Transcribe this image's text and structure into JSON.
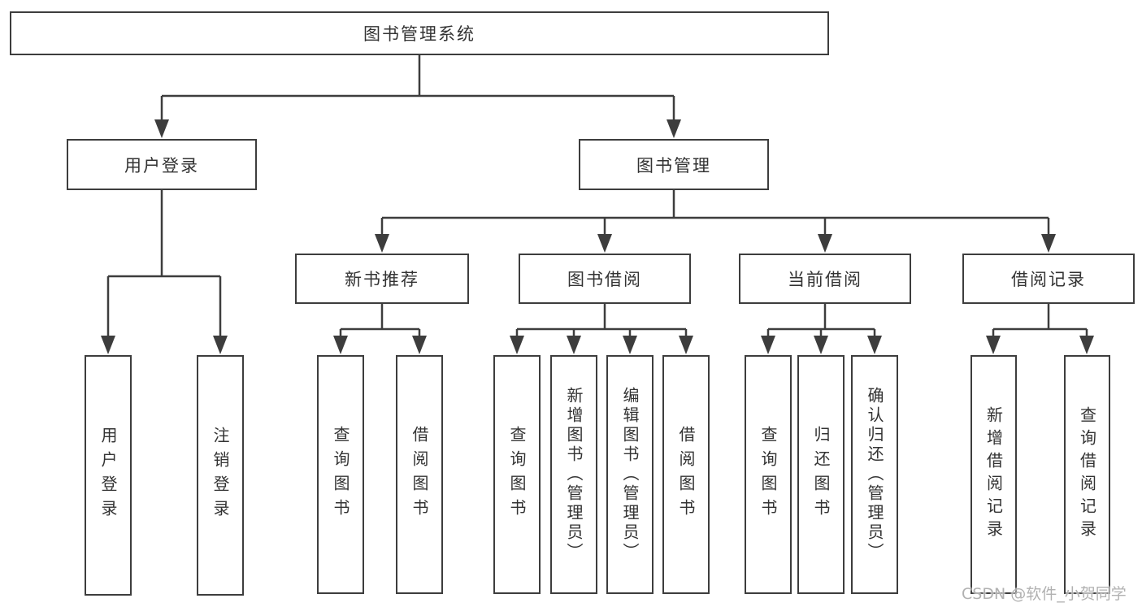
{
  "colors": {
    "line": "#3d3d3d",
    "text": "#333333",
    "background": "#ffffff",
    "watermark": "#a8a8a8"
  },
  "tree": {
    "root": {
      "label": "图书管理系统"
    },
    "level2": [
      {
        "label": "用户登录"
      },
      {
        "label": "图书管理"
      }
    ],
    "level3": [
      {
        "label": "新书推荐"
      },
      {
        "label": "图书借阅"
      },
      {
        "label": "当前借阅"
      },
      {
        "label": "借阅记录"
      }
    ],
    "groups": [
      {
        "parent": "用户登录",
        "items": [
          "用户登录",
          "注销登录"
        ]
      },
      {
        "parent": "新书推荐",
        "items": [
          "查询图书",
          "借阅图书"
        ]
      },
      {
        "parent": "图书借阅",
        "items": [
          "查询图书",
          "新增图书（管理员）",
          "编辑图书（管理员）",
          "借阅图书"
        ]
      },
      {
        "parent": "当前借阅",
        "items": [
          "查询图书",
          "归还图书",
          "确认归还（管理员）"
        ]
      },
      {
        "parent": "借阅记录",
        "items": [
          "新增借阅记录",
          "查询借阅记录"
        ]
      }
    ]
  },
  "watermark": {
    "text": "CSDN @软件_小贺同学"
  }
}
